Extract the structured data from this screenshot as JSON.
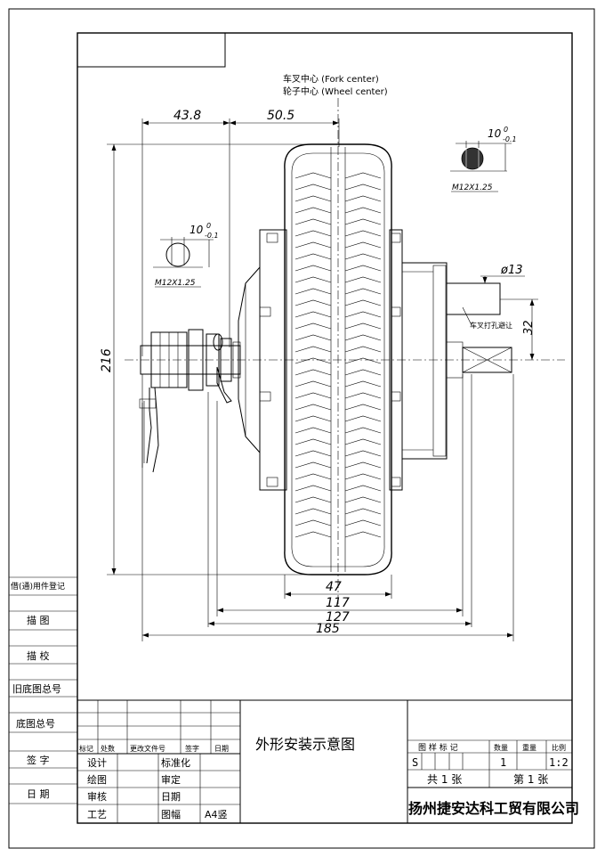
{
  "drawing": {
    "fork_center_label": "车叉中心 (Fork center)",
    "wheel_center_label": "轮子中心 (Wheel center)",
    "dimensions": {
      "d_43_8": "43.8",
      "d_50_5": "50.5",
      "d_216": "216",
      "d_47": "47",
      "d_117": "117",
      "d_127": "127",
      "d_185": "185",
      "d_phi13": "ø13",
      "d_32": "32"
    },
    "flat_spec": {
      "width_main": "10",
      "tol_upper": "0",
      "tol_lower": "-0.1",
      "thread": "M12X1.25"
    },
    "fork_drill_note": "车叉打孔避让"
  },
  "left_column": {
    "labels": [
      "借(通)用件登记",
      "描 图",
      "描 校",
      "旧底图总号",
      "底图总号",
      "签 字",
      "日 期"
    ]
  },
  "title_block": {
    "drawing_name": "外形安装示意图",
    "rev_headers": [
      "标记",
      "处数",
      "更改文件号",
      "签字",
      "日期"
    ],
    "roles": [
      {
        "left": "设计",
        "right": "标准化"
      },
      {
        "left": "绘图",
        "right": "审定"
      },
      {
        "left": "审核",
        "right": "日期"
      },
      {
        "left": "工艺",
        "right": "图幅",
        "value": "A4竖"
      }
    ],
    "sample_mark_label": "图 样 标 记",
    "qty_label": "数量",
    "weight_label": "重量",
    "scale_label": "比例",
    "mark_value": "S",
    "qty_value": "1",
    "scale_value": "1:2",
    "total_sheets": "共 1 张",
    "sheet_no": "第 1 张",
    "company": "扬州捷安达科工贸有限公司"
  }
}
